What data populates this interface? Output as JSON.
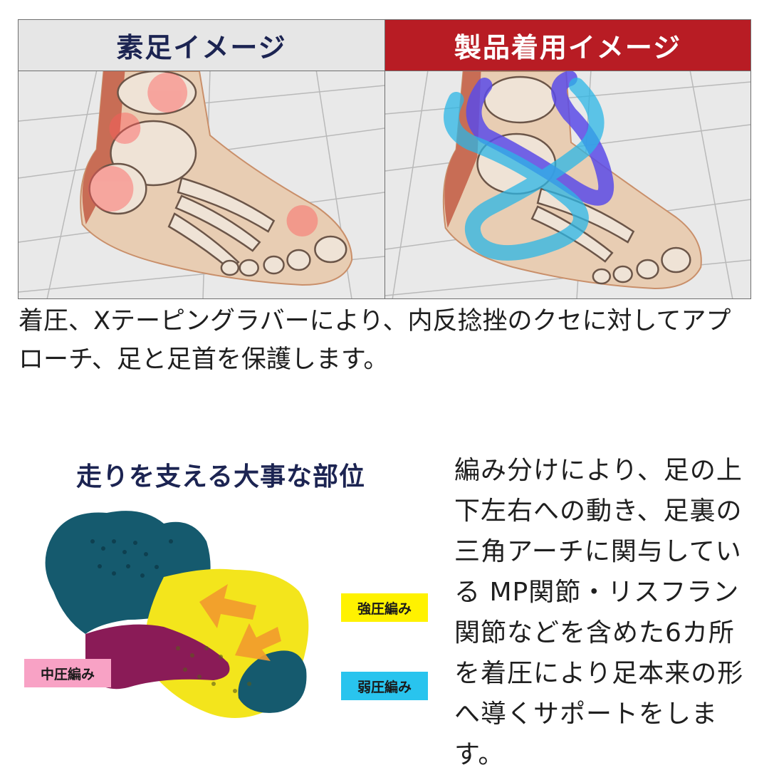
{
  "comparison": {
    "left_title": "素足イメージ",
    "right_title": "製品着用イメージ"
  },
  "caption": "着圧、Xテーピングラバーにより、内反捻挫のクセに対してアプローチ、足と足首を保護します。",
  "support": {
    "title": "走りを支える大事な部位",
    "labels": {
      "strong": "強圧編み",
      "mid": "中圧編み",
      "weak": "弱圧編み"
    },
    "description": "編み分けにより、足の上下左右への動き、足裏の三角アーチに関与している MP関節・リスフラン関節などを含めた6カ所を着圧により足本来の形へ導くサポートをします。"
  },
  "colors": {
    "header_navy": "#1c2452",
    "header_red": "#b81c24",
    "strong_yellow": "#fff200",
    "mid_pink": "#f8a2c5",
    "weak_cyan": "#29c4ee",
    "sock_teal": "#155a6e",
    "sock_magenta": "#8a1b57",
    "sock_yellow": "#f3e51c"
  }
}
